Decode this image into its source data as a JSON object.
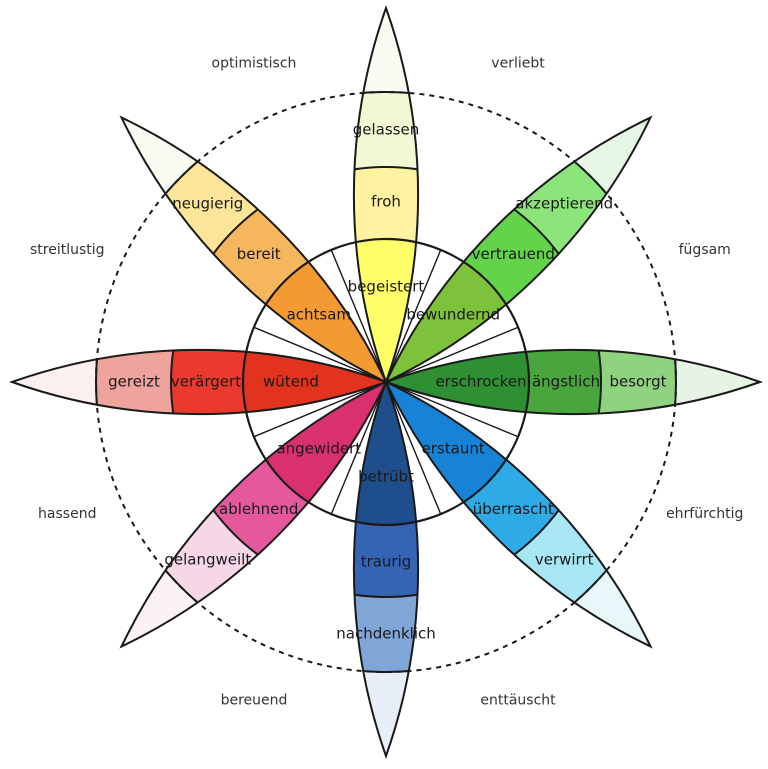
{
  "petals": [
    {
      "angle": 0,
      "colors": [
        "#ffff6a",
        "#fff2a0",
        "#f4f7d4",
        "#fbfbf3"
      ],
      "labels": [
        "begeistert",
        "froh",
        "gelassen"
      ]
    },
    {
      "angle": 45,
      "colors": [
        "#7ec23c",
        "#63d44a",
        "#8ce57a",
        "#e6f6e4"
      ],
      "labels": [
        "bewundernd",
        "vertrauend",
        "akzeptierend"
      ]
    },
    {
      "angle": 90,
      "colors": [
        "#2f8f33",
        "#48a63d",
        "#8fd280",
        "#e6f4e4"
      ],
      "labels": [
        "erschrocken",
        "ängstlich",
        "besorgt"
      ]
    },
    {
      "angle": 135,
      "colors": [
        "#1782d6",
        "#2eaae6",
        "#a7e6f2",
        "#e7f7fa"
      ],
      "labels": [
        "erstaunt",
        "überrascht",
        "verwirrt"
      ]
    },
    {
      "angle": 180,
      "colors": [
        "#1f4e8d",
        "#3564b5",
        "#7fa6d6",
        "#e7eef8"
      ],
      "labels": [
        "betrübt",
        "traurig",
        "nachdenklich"
      ]
    },
    {
      "angle": 225,
      "colors": [
        "#d9306f",
        "#e5599c",
        "#f5d7e5",
        "#fbf2f6"
      ],
      "labels": [
        "angewidert",
        "ablehnend",
        "gelangweilt"
      ]
    },
    {
      "angle": 270,
      "colors": [
        "#e2331e",
        "#ea3a2e",
        "#efa39d",
        "#fbf0ef"
      ],
      "labels": [
        "wütend",
        "verärgert",
        "gereizt"
      ]
    },
    {
      "angle": 315,
      "colors": [
        "#f39a33",
        "#f6b65d",
        "#fbe599",
        "#f8fbf1"
      ],
      "labels": [
        "achtsam",
        "bereit",
        "neugierig"
      ]
    }
  ],
  "dyads": [
    {
      "angle": 22.5,
      "label": "verliebt"
    },
    {
      "angle": 67.5,
      "label": "fügsam"
    },
    {
      "angle": 112.5,
      "label": "ehrfürchtig"
    },
    {
      "angle": 157.5,
      "label": "enttäuscht"
    },
    {
      "angle": 202.5,
      "label": "bereuend"
    },
    {
      "angle": 247.5,
      "label": "hassend"
    },
    {
      "angle": 292.5,
      "label": "streitlustig"
    },
    {
      "angle": 337.5,
      "label": "optimistisch"
    }
  ]
}
